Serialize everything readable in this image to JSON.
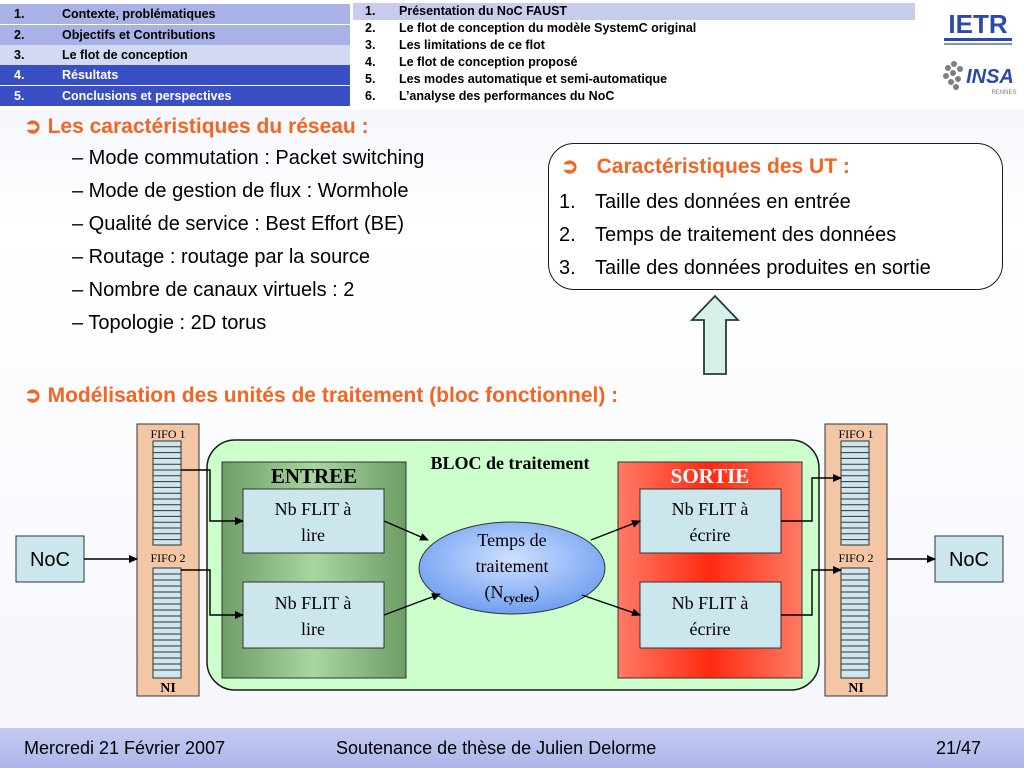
{
  "nav_left": [
    {
      "num": "1.",
      "label": "Contexte, problématiques"
    },
    {
      "num": "2.",
      "label": "Objectifs et Contributions"
    },
    {
      "num": "3.",
      "label": "Le flot de conception"
    },
    {
      "num": "4.",
      "label": "Résultats"
    },
    {
      "num": "5.",
      "label": "Conclusions et perspectives"
    }
  ],
  "nav_right": [
    {
      "num": "1.",
      "label": "Présentation du NoC FAUST"
    },
    {
      "num": "2.",
      "label": "Le flot de conception du modèle SystemC original"
    },
    {
      "num": "3.",
      "label": "Les limitations de ce flot"
    },
    {
      "num": "4.",
      "label": "Le flot de conception proposé"
    },
    {
      "num": "5.",
      "label": "Les modes automatique et semi-automatique"
    },
    {
      "num": "6.",
      "label": "L’analyse des performances du NoC"
    }
  ],
  "logos": {
    "ietr": "IETR",
    "insa": "INSA",
    "insa_sub": "RENNES"
  },
  "section1": {
    "arrow": "➲",
    "title": "Les caractéristiques du réseau :",
    "items": [
      "– Mode commutation : Packet switching",
      "– Mode de gestion de flux : Wormhole",
      "– Qualité de service : Best Effort (BE)",
      "– Routage : routage par la source",
      "– Nombre de canaux virtuels : 2",
      "– Topologie : 2D torus"
    ]
  },
  "ut_box": {
    "arrow": "➲",
    "title": "Caractéristiques des UT :",
    "items": [
      {
        "num": "1.",
        "label": "Taille des données en entrée"
      },
      {
        "num": "2.",
        "label": "Temps de traitement des données"
      },
      {
        "num": "3.",
        "label": "Taille des données produites en sortie"
      }
    ]
  },
  "section2": {
    "arrow": "➲",
    "title": "Modélisation des unités de traitement (bloc fonctionnel) :"
  },
  "diagram": {
    "fifo1": "FIFO 1",
    "fifo2": "FIFO 2",
    "ni": "NI",
    "noc": "NoC",
    "bloc": "BLOC de traitement",
    "entree": "ENTREE",
    "sortie": "SORTIE",
    "read_line1": "Nb FLIT à",
    "read_line2": "lire",
    "write_line1": "Nb FLIT à",
    "write_line2": "écrire",
    "temps_line1": "Temps de",
    "temps_line2": "traitement",
    "temps_open": "(N",
    "temps_sub": "cycles",
    "temps_close": ")"
  },
  "footer": {
    "date": "Mercredi 21 Février 2007",
    "title": "Soutenance de thèse de Julien Delorme",
    "page": "21/47"
  },
  "colors": {
    "accent": "#f26522",
    "nav_dark": "#3b4fc4",
    "nav_blue": "#a9b2e6",
    "bloc_green": "#ccffcc",
    "entree_green": "#8fbf86",
    "sortie_red": "#ff4c33",
    "box_blue": "#cce6ee",
    "fifo_tan": "#f3c6a6"
  }
}
